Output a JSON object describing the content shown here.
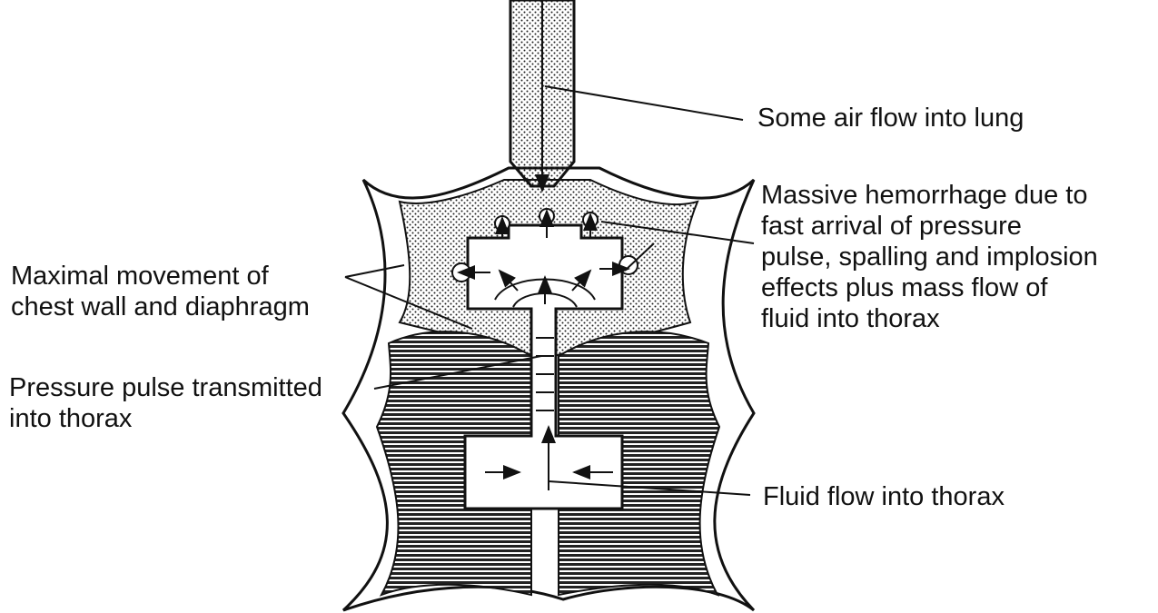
{
  "labels": {
    "air_flow": "Some air flow into lung",
    "hemorrhage": [
      "Massive hemorrhage due to",
      "fast arrival of pressure",
      "pulse, spalling and implosion",
      "effects plus mass flow of",
      "fluid into thorax"
    ],
    "chest_wall": [
      "Maximal movement of",
      "chest wall and diaphragm"
    ],
    "pressure_pulse": [
      "Pressure pulse transmitted",
      "into thorax"
    ],
    "fluid_flow": "Fluid flow into thorax"
  },
  "colors": {
    "ink": "#111111",
    "paper": "#ffffff"
  }
}
